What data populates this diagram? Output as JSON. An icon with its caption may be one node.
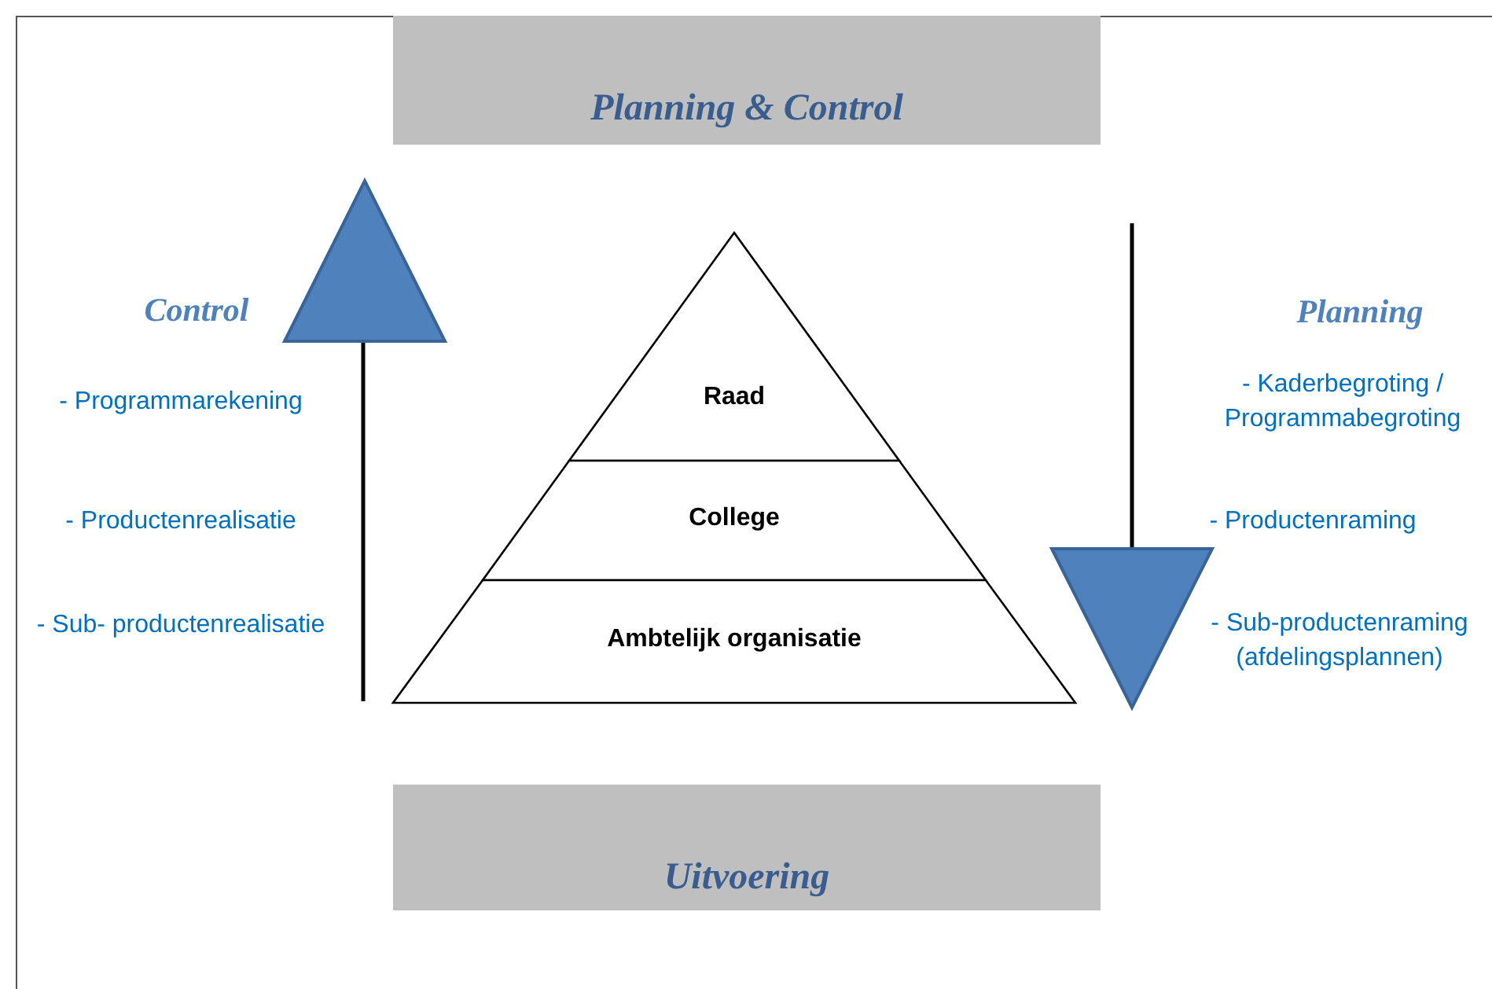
{
  "diagram": {
    "nodes": [
      {
        "text": [
          "Planning & Control"
        ]
      },
      {
        "text": [
          "Raad"
        ]
      },
      {
        "text": [
          "College"
        ]
      },
      {
        "text": [
          "Ambtelijk organisatie"
        ]
      },
      {
        "text": [
          "Uitvoering"
        ]
      }
    ],
    "labels": [
      "Control",
      "- Programmarekening",
      "- Productenrealisatie",
      "- Sub- productenrealisatie",
      "Planning",
      "- Kaderbegroting / Programmabegroting",
      "- Productenraming",
      "- Sub-productenraming (afdelingsplannen)"
    ]
  }
}
